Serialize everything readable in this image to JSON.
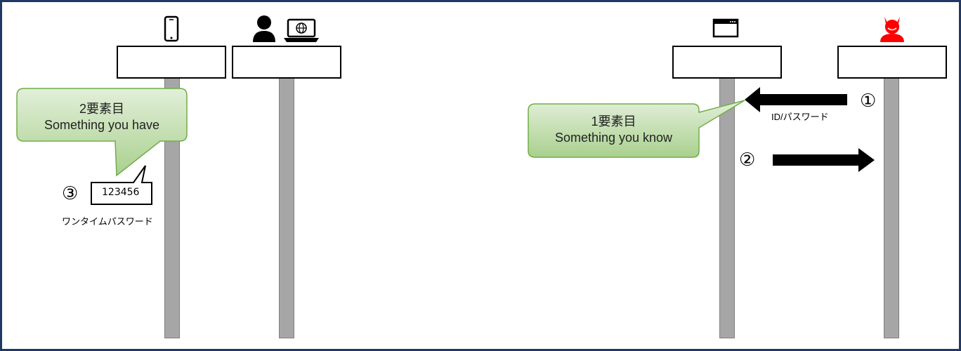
{
  "participants": [
    {
      "icon": "smartphone-icon",
      "label": ""
    },
    {
      "icon": "user-laptop-icon",
      "label": ""
    },
    {
      "icon": "browser-window-icon",
      "label": ""
    },
    {
      "icon": "devil-icon",
      "label": "",
      "color": "#ff0000"
    }
  ],
  "steps": {
    "step1": {
      "number": "①",
      "label": "ID/パスワード"
    },
    "step2": {
      "number": "②"
    },
    "step3": {
      "number": "③",
      "otp_value": "123456",
      "label": "ワンタイムパスワード"
    }
  },
  "callouts": {
    "factor1": {
      "line1": "1要素目",
      "line2": "Something you know"
    },
    "factor2": {
      "line1": "2要素目",
      "line2": "Something you have"
    }
  },
  "colors": {
    "callout_fill": "#c5dfb4",
    "callout_border": "#70ad47",
    "frame": "#1f3864",
    "lifeline": "#a6a6a6"
  }
}
